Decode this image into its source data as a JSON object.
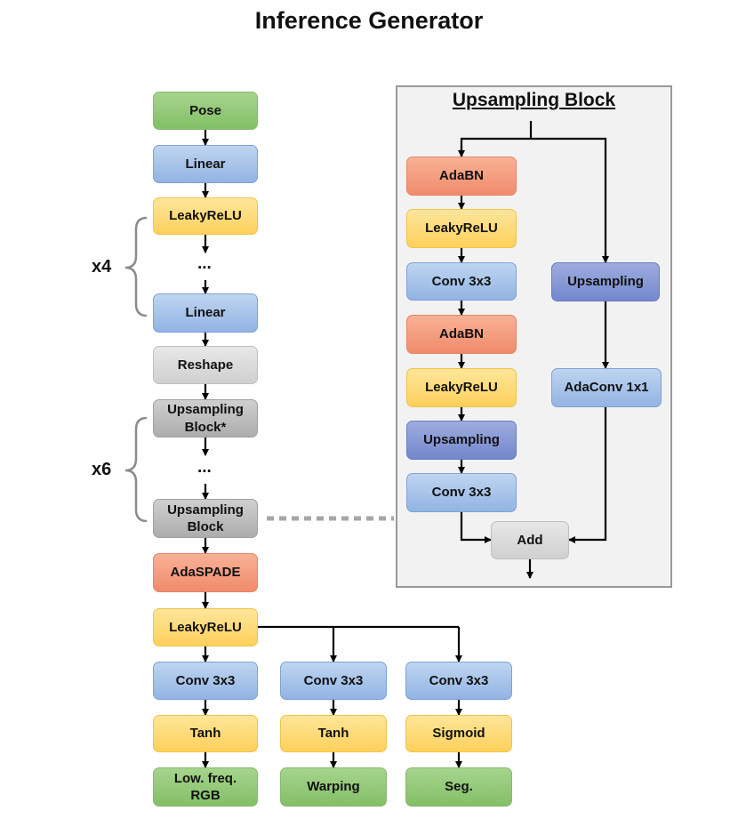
{
  "title": "Inference Generator",
  "main": {
    "pose": "Pose",
    "linear_1": "Linear",
    "leaky_1": "LeakyReLU",
    "dots_1": "...",
    "linear_2": "Linear",
    "reshape": "Reshape",
    "upblock_1": "Upsampling\nBlock*",
    "dots_2": "...",
    "upblock_2": "Upsampling\nBlock",
    "adaspade": "AdaSPADE",
    "leaky_2": "LeakyReLU",
    "repeat_1": "x4",
    "repeat_2": "x6"
  },
  "heads": {
    "conv_rgb": "Conv 3x3",
    "tanh_rgb": "Tanh",
    "out_rgb": "Low. freq.\nRGB",
    "conv_warp": "Conv 3x3",
    "tanh_warp": "Tanh",
    "out_warp": "Warping",
    "conv_seg": "Conv 3x3",
    "sigmoid_seg": "Sigmoid",
    "out_seg": "Seg."
  },
  "upsampling_block": {
    "title": "Upsampling Block",
    "adabn_1": "AdaBN",
    "leaky_1": "LeakyReLU",
    "conv_1": "Conv 3x3",
    "adabn_2": "AdaBN",
    "leaky_2": "LeakyReLU",
    "upsampling_main": "Upsampling",
    "conv_2": "Conv 3x3",
    "upsampling_skip": "Upsampling",
    "adaconv": "AdaConv 1x1",
    "add": "Add"
  }
}
